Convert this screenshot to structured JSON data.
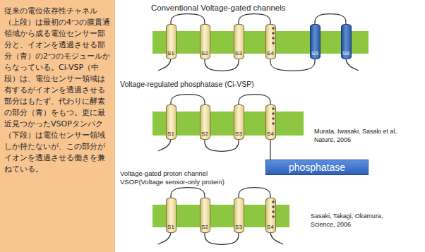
{
  "diagram": {
    "nodes": [
      {
        "text": [
          "S1"
        ]
      },
      {
        "text": [
          "S2"
        ]
      },
      {
        "text": [
          "S3"
        ]
      },
      {
        "text": [
          "S4"
        ]
      },
      {
        "text": [
          "S5"
        ]
      },
      {
        "text": [
          "S6"
        ]
      },
      {
        "text": [
          "S1"
        ]
      },
      {
        "text": [
          "S2"
        ]
      },
      {
        "text": [
          "S3"
        ]
      },
      {
        "text": [
          "S4"
        ]
      },
      {
        "text": [
          "phosphatase"
        ]
      },
      {
        "text": [
          "S1"
        ]
      },
      {
        "text": [
          "S2"
        ]
      },
      {
        "text": [
          "S3"
        ]
      },
      {
        "text": [
          "S4"
        ]
      }
    ],
    "edges": [
      {
        "from": 0,
        "to": 1,
        "arrow": "none"
      },
      {
        "from": 1,
        "to": 2,
        "arrow": "none"
      },
      {
        "from": 2,
        "to": 3,
        "arrow": "none"
      },
      {
        "from": 3,
        "to": 4,
        "arrow": "none"
      },
      {
        "from": 4,
        "to": 5,
        "arrow": "none"
      },
      {
        "from": 6,
        "to": 7,
        "arrow": "none"
      },
      {
        "from": 7,
        "to": 8,
        "arrow": "none"
      },
      {
        "from": 8,
        "to": 9,
        "arrow": "none"
      },
      {
        "from": 9,
        "to": 10,
        "arrow": "none"
      },
      {
        "from": 11,
        "to": 12,
        "arrow": "none"
      },
      {
        "from": 12,
        "to": 13,
        "arrow": "none"
      },
      {
        "from": 13,
        "to": 14,
        "arrow": "none"
      }
    ],
    "labels": [
      "従来の電位依存性チャネル（上段）は最初の4つの膜貫通領域から成る電位センサー部分と、イオンを透過させる部分（青）の2つのモジュールからなっている。Ci-VSP（中段）は、電位センサー領域は有するがイオンを透過させる部分はもたず、代わりに酵素の部分（青）をもつ。更に最近見つかったVSOPタンパク（下段）は電位センサー領域しか持たないが、この部分がイオンを透過させる働きを兼ねている。",
      "Conventional Voltage-gated channels",
      "Voltage-regulated phosphatase (Ci-VSP)",
      "Murata, Iwasaki, Sasaki et al, Nature, 2006",
      "Voltage-gated proton channel VSOP(Voltage sensor-only protein)",
      "Sasaki, Takagi, Okamura, Science, 2006"
    ]
  }
}
